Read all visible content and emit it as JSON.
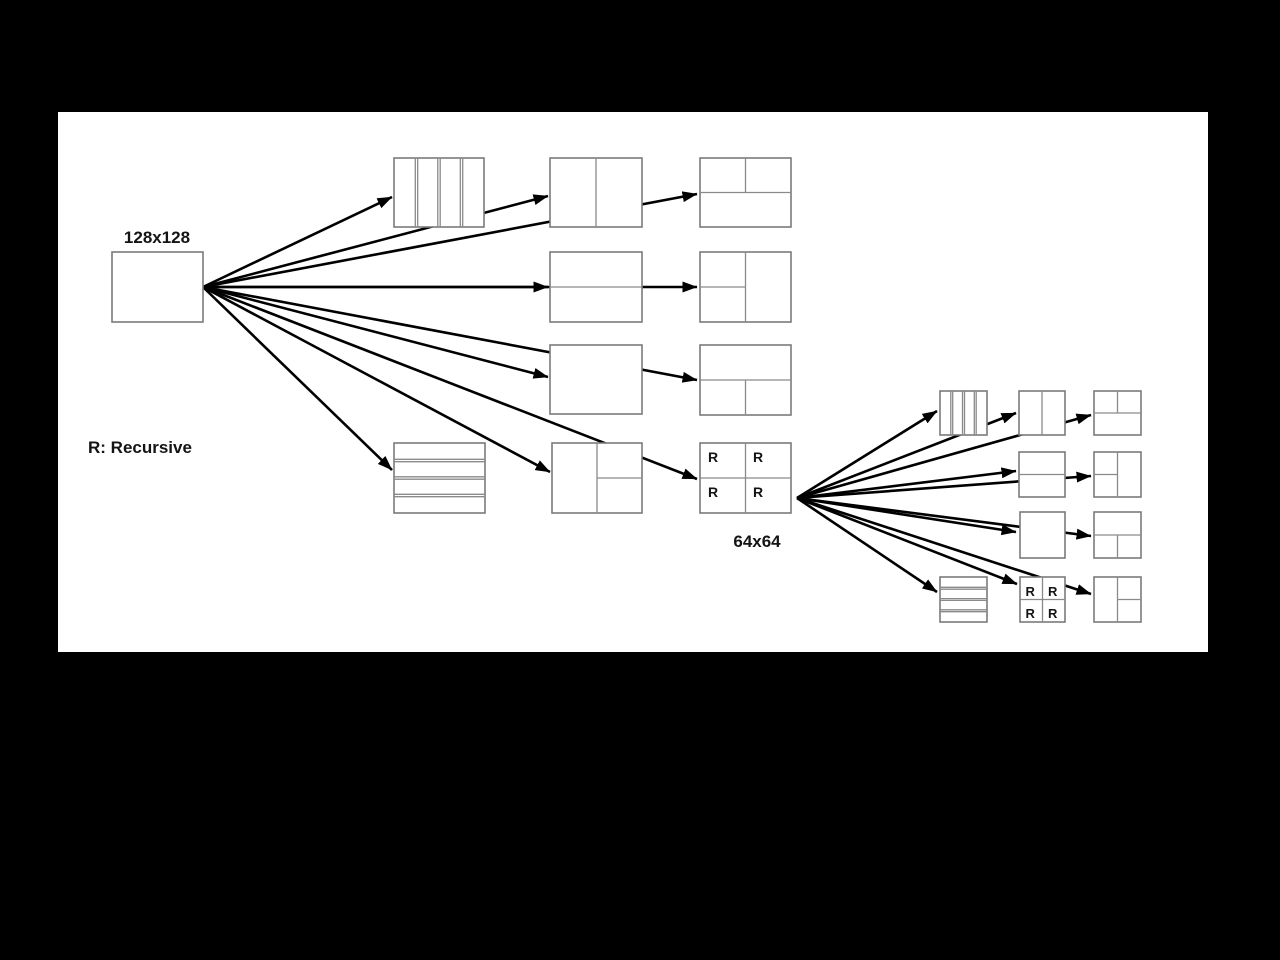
{
  "page": {
    "background": "#000000",
    "panel_background": "#ffffff"
  },
  "labels": {
    "root_block": "128x128",
    "legend": "R: Recursive",
    "child_block": "64x64",
    "recursive": "R"
  },
  "colors": {
    "arrow": "#000000",
    "box_border": "#7b7b7b",
    "text": "#141414"
  },
  "diagram": {
    "type": "recursive-block-partition-tree",
    "root_block": "128x128",
    "recursive_child_block": "64x64",
    "recursive_marker": "R",
    "level1_partition_patterns": [
      "vertical-4-strips",
      "vertical-split",
      "horz-split-top-halved",
      "horizontal-split",
      "vert-split-left-halved",
      "no-split",
      "horz-split-bottom-halved",
      "horizontal-4-strips",
      "vert-split-right-halved",
      "recursive-4-way-split"
    ],
    "level2_partition_patterns": [
      "vertical-4-strips",
      "vertical-split",
      "horz-split-top-halved",
      "horizontal-split",
      "vert-split-left-halved",
      "no-split",
      "horz-split-bottom-halved",
      "horizontal-4-strips",
      "recursive-4-way-split",
      "vert-split-right-halved"
    ]
  }
}
